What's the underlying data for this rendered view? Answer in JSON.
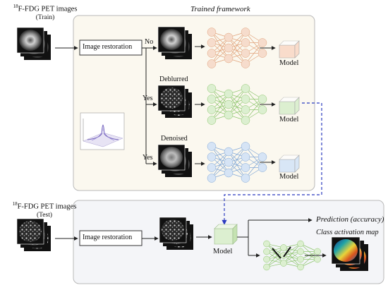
{
  "train_block": {
    "title_prefix": "18",
    "title_main": "F-FDG PET images",
    "subtitle": "(Train)"
  },
  "test_block": {
    "title_prefix": "18",
    "title_main": "F-FDG PET images",
    "subtitle": "(Test)"
  },
  "framework_title": "Trained framework",
  "restoration_train_label": "Image restoration",
  "restoration_test_label": "Image restoration",
  "branches": [
    {
      "decision": "No",
      "image_label": "",
      "model_label": "Model",
      "node_color": "#f6dccc",
      "edge_color": "#e0a27a",
      "cube_color": "#f9dccb"
    },
    {
      "decision": "Yes",
      "image_label": "Deblurred",
      "model_label": "Model",
      "node_color": "#dcefd0",
      "edge_color": "#8dc56d",
      "cube_color": "#dcefd0"
    },
    {
      "decision": "Yes",
      "image_label": "Denoised",
      "model_label": "Model",
      "node_color": "#d6e4f5",
      "edge_color": "#7fa6d6",
      "cube_color": "#d8e6f6"
    }
  ],
  "test_model_label": "Model",
  "prediction_label": "Prediction (accuracy)",
  "cam_label": "Class activation map",
  "colors": {
    "framework_bg": "#fbf8ef",
    "test_bg": "#f4f5f8",
    "panel_border": "#b9b9b9",
    "dashed_link": "#2b3bbf",
    "arrow": "#222222"
  }
}
